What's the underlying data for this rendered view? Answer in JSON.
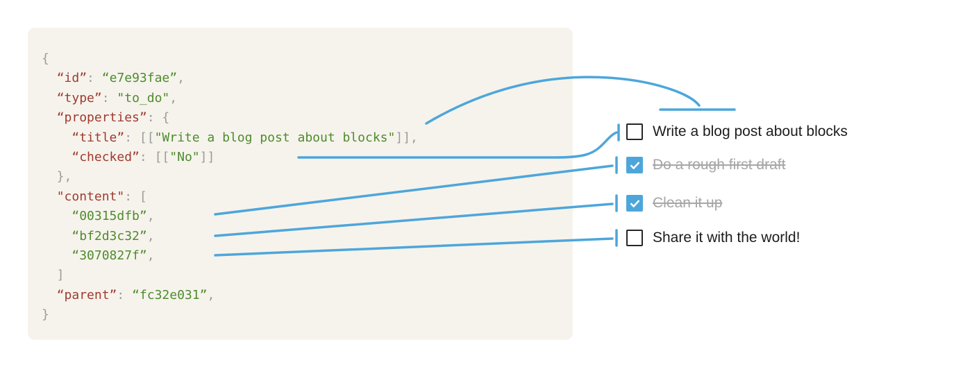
{
  "colors": {
    "accent": "#4da6db",
    "panel_bg": "#f6f3ec",
    "code_key": "#9e3a30",
    "code_string": "#4e8b2e",
    "code_punct": "#9b9b9b",
    "todo_text": "#1c1c1c",
    "todo_muted": "#a6a6a6",
    "checkbox_border": "#262626"
  },
  "code_panel": {
    "lines": [
      [
        {
          "t": "{",
          "c": "p"
        }
      ],
      [
        {
          "t": "  ",
          "c": "p"
        },
        {
          "t": "“id”",
          "c": "k"
        },
        {
          "t": ": ",
          "c": "p"
        },
        {
          "t": "“e7e93fae”",
          "c": "s"
        },
        {
          "t": ",",
          "c": "p"
        }
      ],
      [
        {
          "t": "  ",
          "c": "p"
        },
        {
          "t": "“type”",
          "c": "k"
        },
        {
          "t": ": ",
          "c": "p"
        },
        {
          "t": "\"to_do\"",
          "c": "s"
        },
        {
          "t": ",",
          "c": "p"
        }
      ],
      [
        {
          "t": "  ",
          "c": "p"
        },
        {
          "t": "“properties”",
          "c": "k"
        },
        {
          "t": ": {",
          "c": "p"
        }
      ],
      [
        {
          "t": "    ",
          "c": "p"
        },
        {
          "t": "“title”",
          "c": "k"
        },
        {
          "t": ": [[",
          "c": "p"
        },
        {
          "t": "\"Write a blog post about blocks\"",
          "c": "s"
        },
        {
          "t": "]],",
          "c": "p"
        }
      ],
      [
        {
          "t": "    ",
          "c": "p"
        },
        {
          "t": "“checked”",
          "c": "k"
        },
        {
          "t": ": [[",
          "c": "p"
        },
        {
          "t": "\"No\"",
          "c": "s"
        },
        {
          "t": "]]",
          "c": "p"
        }
      ],
      [
        {
          "t": "  },",
          "c": "p"
        }
      ],
      [
        {
          "t": "  ",
          "c": "p"
        },
        {
          "t": "\"content\"",
          "c": "k"
        },
        {
          "t": ": [",
          "c": "p"
        }
      ],
      [
        {
          "t": "    ",
          "c": "p"
        },
        {
          "t": "“00315dfb”",
          "c": "s"
        },
        {
          "t": ",",
          "c": "p"
        }
      ],
      [
        {
          "t": "    ",
          "c": "p"
        },
        {
          "t": "“bf2d3c32”",
          "c": "s"
        },
        {
          "t": ",",
          "c": "p"
        }
      ],
      [
        {
          "t": "    ",
          "c": "p"
        },
        {
          "t": "“3070827f”",
          "c": "s"
        },
        {
          "t": ",",
          "c": "p"
        }
      ],
      [
        {
          "t": "  ]",
          "c": "p"
        }
      ],
      [
        {
          "t": "  ",
          "c": "p"
        },
        {
          "t": "“parent”",
          "c": "k"
        },
        {
          "t": ": ",
          "c": "p"
        },
        {
          "t": "“fc32e031”",
          "c": "s"
        },
        {
          "t": ",",
          "c": "p"
        }
      ],
      [
        {
          "t": "}",
          "c": "p"
        }
      ]
    ]
  },
  "todo_list": {
    "items": [
      {
        "label": "Write a blog post about blocks",
        "checked": false
      },
      {
        "label": "Do a rough first draft",
        "checked": true
      },
      {
        "label": "Clean it up",
        "checked": true
      },
      {
        "label": "Share it with the world!",
        "checked": false
      }
    ]
  }
}
